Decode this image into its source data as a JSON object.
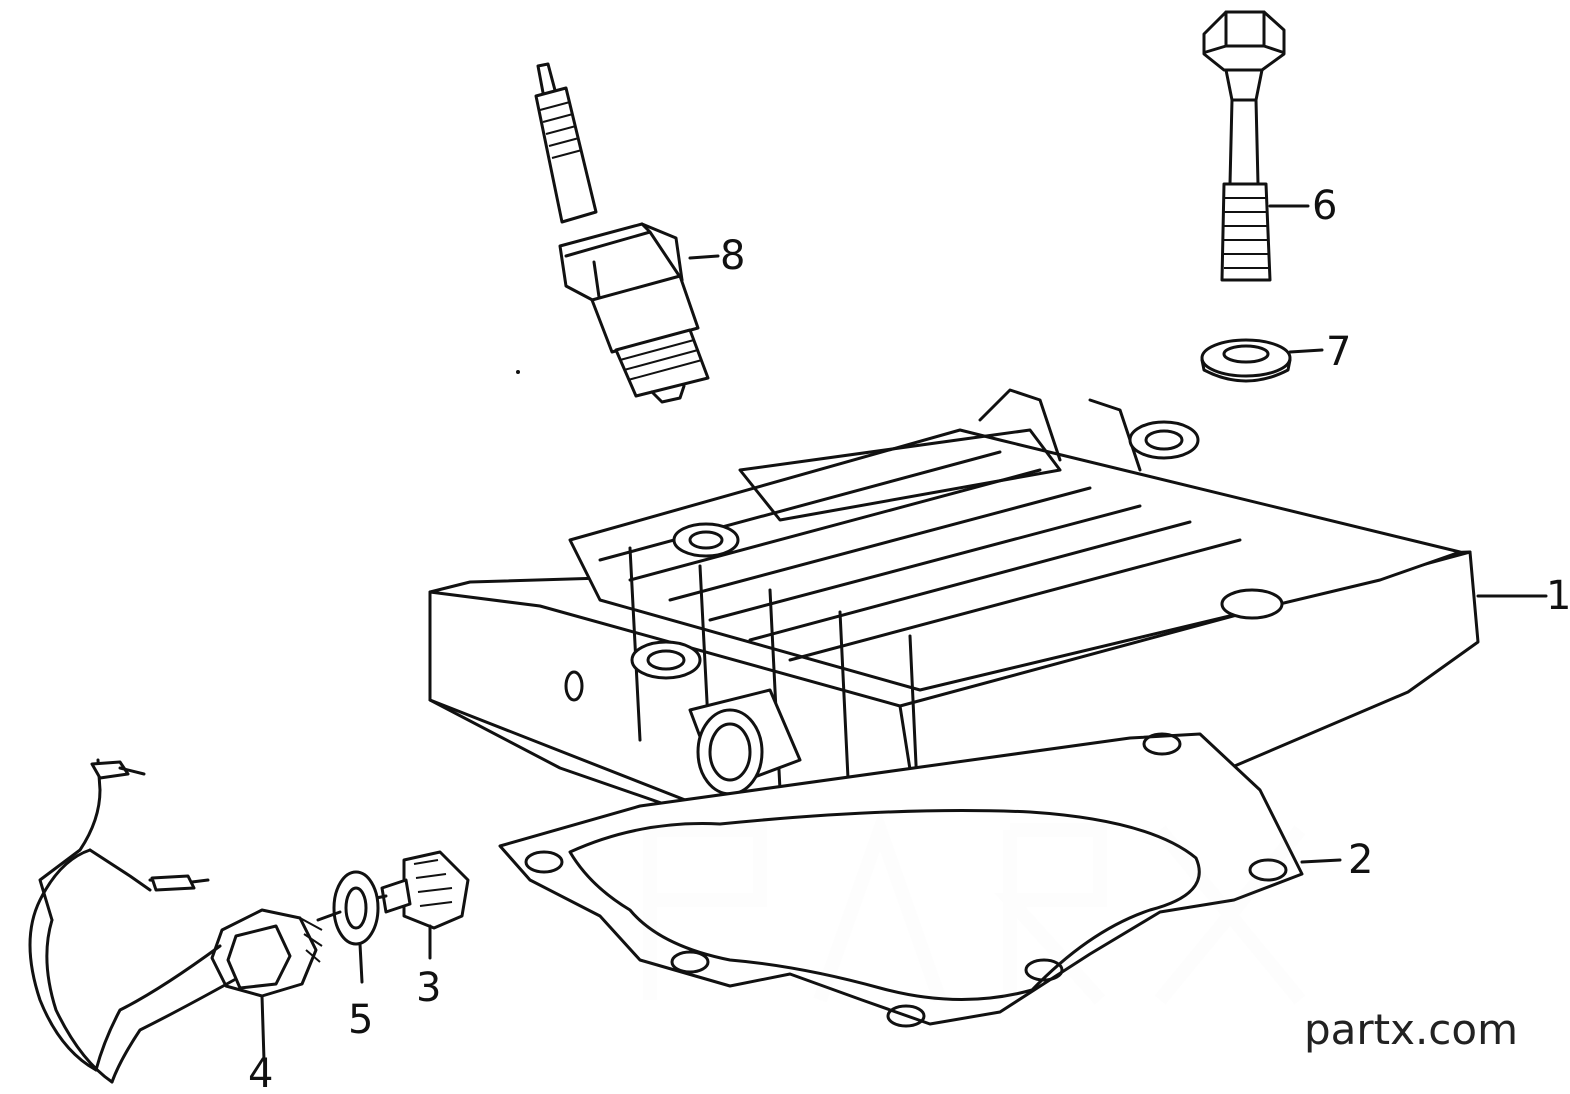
{
  "diagram": {
    "callouts": [
      {
        "id": "1",
        "label": "1"
      },
      {
        "id": "2",
        "label": "2"
      },
      {
        "id": "3",
        "label": "3"
      },
      {
        "id": "4",
        "label": "4"
      },
      {
        "id": "5",
        "label": "5"
      },
      {
        "id": "6",
        "label": "6"
      },
      {
        "id": "7",
        "label": "7"
      },
      {
        "id": "8",
        "label": "8"
      }
    ],
    "watermark": "partx.com",
    "colors": {
      "line": "#111111",
      "background": "#ffffff",
      "watermark": "#cccccc"
    }
  }
}
